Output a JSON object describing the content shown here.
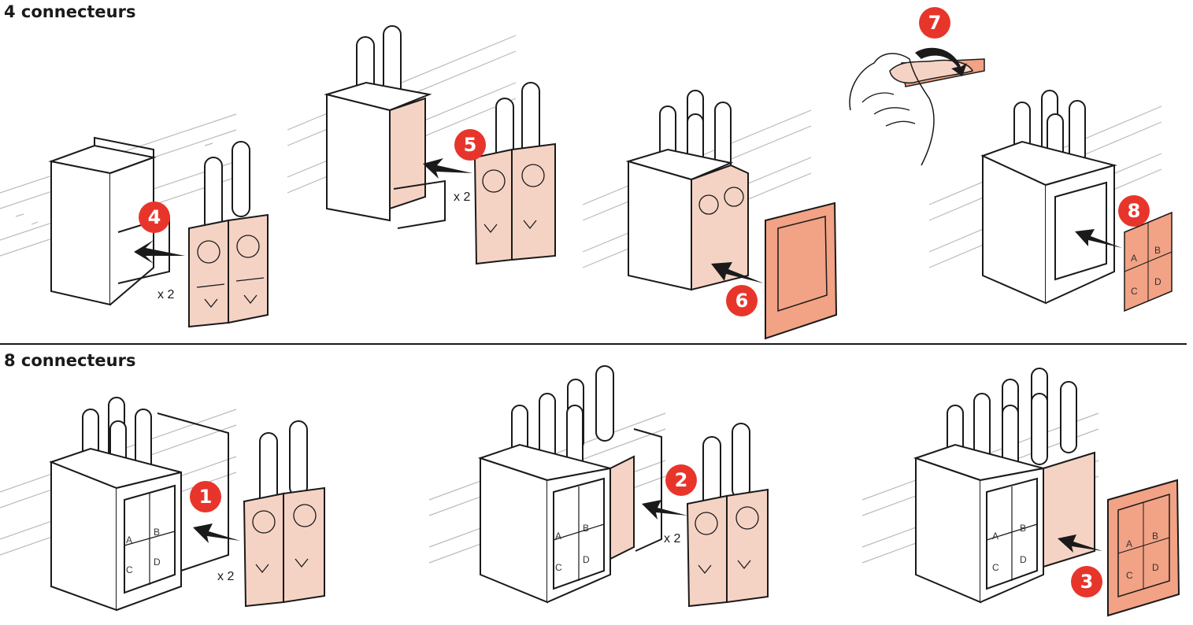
{
  "sections": {
    "four": {
      "title": "4 connecteurs"
    },
    "eight": {
      "title": "8 connecteurs"
    }
  },
  "steps": [
    {
      "number": "4",
      "quantity": "x 2"
    },
    {
      "number": "5",
      "quantity": "x 2"
    },
    {
      "number": "6"
    },
    {
      "number": "7"
    },
    {
      "number": "8"
    },
    {
      "number": "1",
      "quantity": "x 2"
    },
    {
      "number": "2",
      "quantity": "x 2"
    },
    {
      "number": "3"
    }
  ],
  "label_letters": [
    "A",
    "B",
    "C",
    "D"
  ],
  "colors": {
    "badge": "#e8352b",
    "label": "#f2a285",
    "connector": "#f5d3c4",
    "outline": "#1a1a1a"
  }
}
